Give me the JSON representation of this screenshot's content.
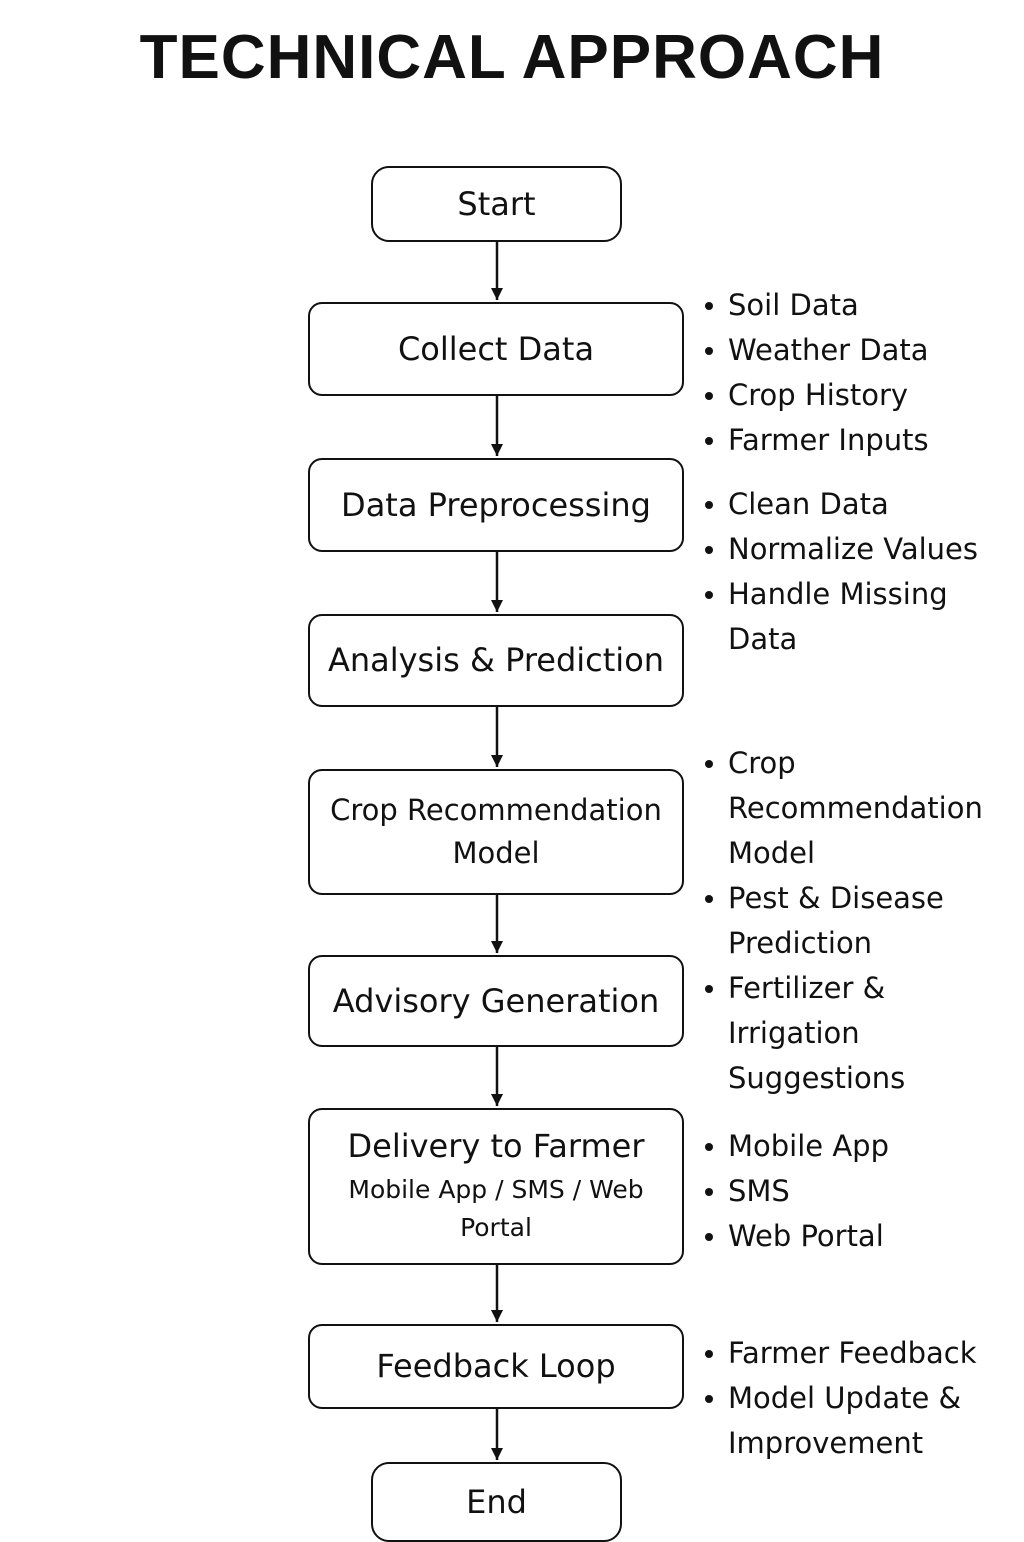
{
  "title": "TECHNICAL APPROACH",
  "nodes": {
    "start": {
      "label": "Start"
    },
    "collect": {
      "label": "Collect Data"
    },
    "preprocess": {
      "label": "Data Preprocessing"
    },
    "analysis": {
      "label": "Analysis & Prediction"
    },
    "model": {
      "label_line1": "Crop Recommendation",
      "label_line2": "Model"
    },
    "advisory": {
      "label": "Advisory Generation"
    },
    "delivery": {
      "label": "Delivery to Farmer",
      "sub_line1": "Mobile App / SMS / Web",
      "sub_line2": "Portal"
    },
    "feedback": {
      "label": "Feedback Loop"
    },
    "end": {
      "label": "End"
    }
  },
  "notes": {
    "collect": [
      "Soil Data",
      "Weather Data",
      "Crop History",
      "Farmer Inputs"
    ],
    "preprocess": [
      "Clean Data",
      "Normalize Values",
      "Handle Missing",
      "Data"
    ],
    "model": [
      "Crop",
      "Recommendation",
      "Model",
      "Pest & Disease",
      "Prediction",
      "Fertilizer &",
      "Irrigation",
      "Suggestions"
    ],
    "delivery": [
      "Mobile App",
      "SMS",
      "Web Portal"
    ],
    "feedback": [
      "Farmer Feedback",
      "Model Update &",
      "Improvement"
    ]
  }
}
